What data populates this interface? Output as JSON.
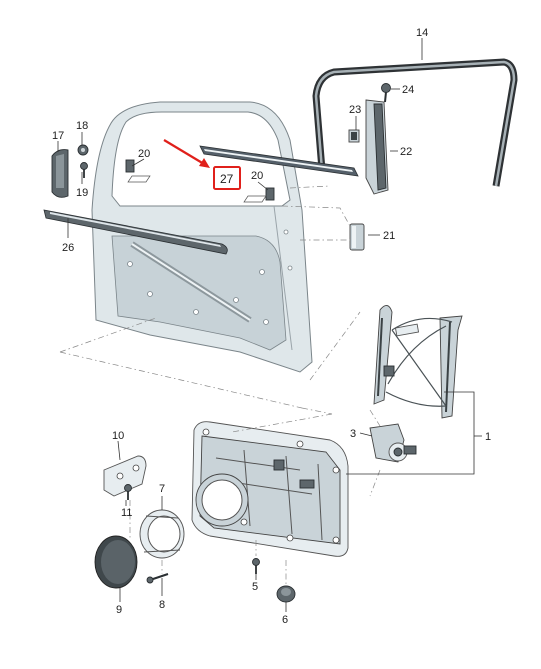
{
  "highlight": {
    "color": "#e0201b"
  },
  "labels": {
    "p1": "1",
    "p3": "3",
    "p5": "5",
    "p6": "6",
    "p7": "7",
    "p8": "8",
    "p9": "9",
    "p10": "10",
    "p11": "11",
    "p14": "14",
    "p17": "17",
    "p18": "18",
    "p19": "19",
    "p20a": "20",
    "p20b": "20",
    "p21": "21",
    "p22": "22",
    "p23": "23",
    "p24": "24",
    "p26": "26",
    "p27": "27"
  }
}
